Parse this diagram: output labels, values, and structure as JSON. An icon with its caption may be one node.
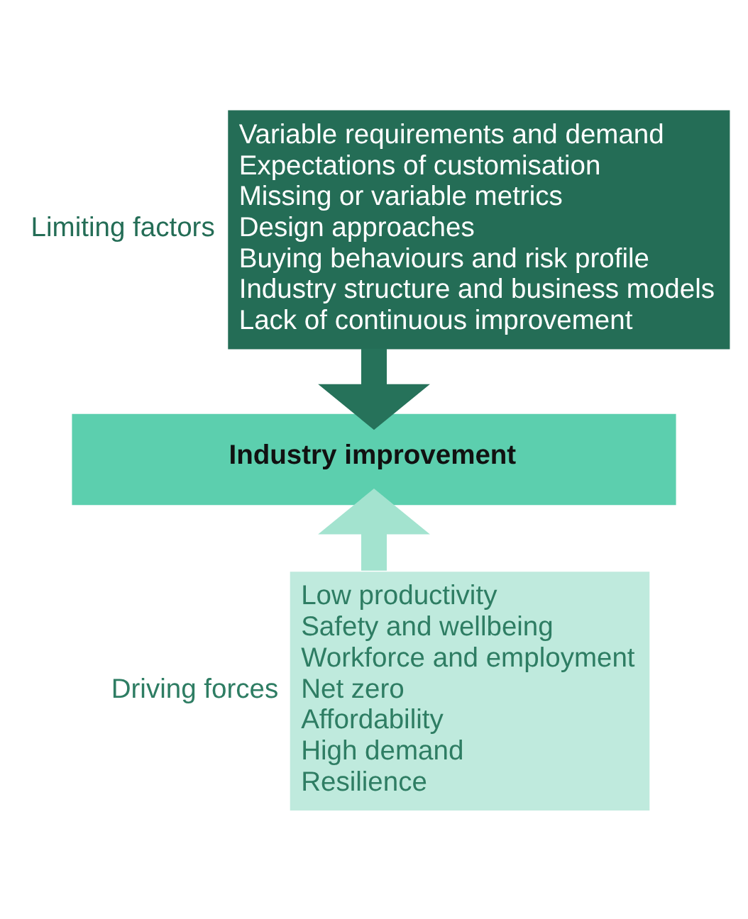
{
  "diagram": {
    "nodes": [
      {
        "text": [
          "Limiting factors",
          "Variable requirements and demand",
          "Expectations of customisation",
          "Missing or variable metrics",
          "Design approaches",
          "Buying behaviours and risk profile",
          "Industry structure and business models",
          "Lack of continuous improvement"
        ]
      },
      {
        "text": [
          "Industry improvement"
        ]
      },
      {
        "text": [
          "Driving forces",
          "Low productivity",
          "Safety and wellbeing",
          "Workforce and employment",
          "Net zero",
          "Affordability",
          "High demand",
          "Resilience"
        ]
      }
    ],
    "edges": [
      {
        "from": 0,
        "to": 1,
        "arrow": "to",
        "color": "#26725a"
      },
      {
        "from": 2,
        "to": 1,
        "arrow": "to",
        "color": "#a3e3cf"
      }
    ]
  }
}
